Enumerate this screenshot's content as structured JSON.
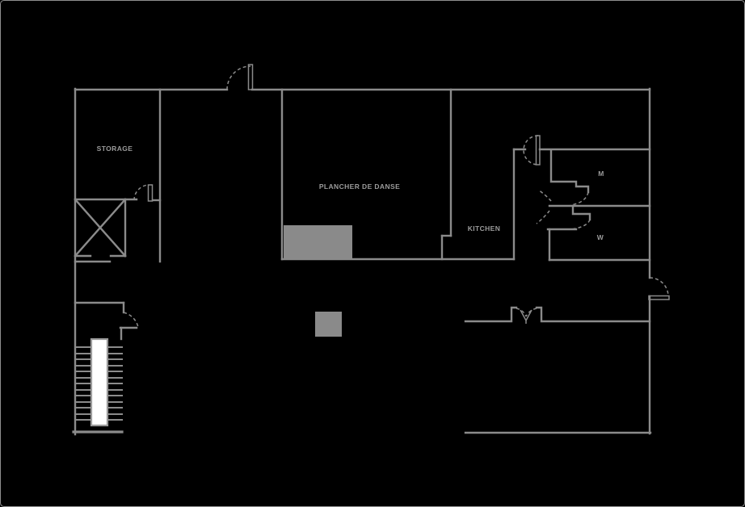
{
  "floor_plan": {
    "background_color": "#000000",
    "wall_color": "#8b8b8b",
    "fill_color": "#8a8a8a",
    "label_color": "#9b9b9b",
    "stair_stringer_color": "#ffffff",
    "rooms": [
      {
        "id": "storage",
        "label": "STORAGE"
      },
      {
        "id": "dance-floor",
        "label": "PLANCHER DE DANSE"
      },
      {
        "id": "kitchen",
        "label": "KITCHEN"
      },
      {
        "id": "mens-restroom",
        "label": "M"
      },
      {
        "id": "womens-restroom",
        "label": "W"
      }
    ]
  }
}
